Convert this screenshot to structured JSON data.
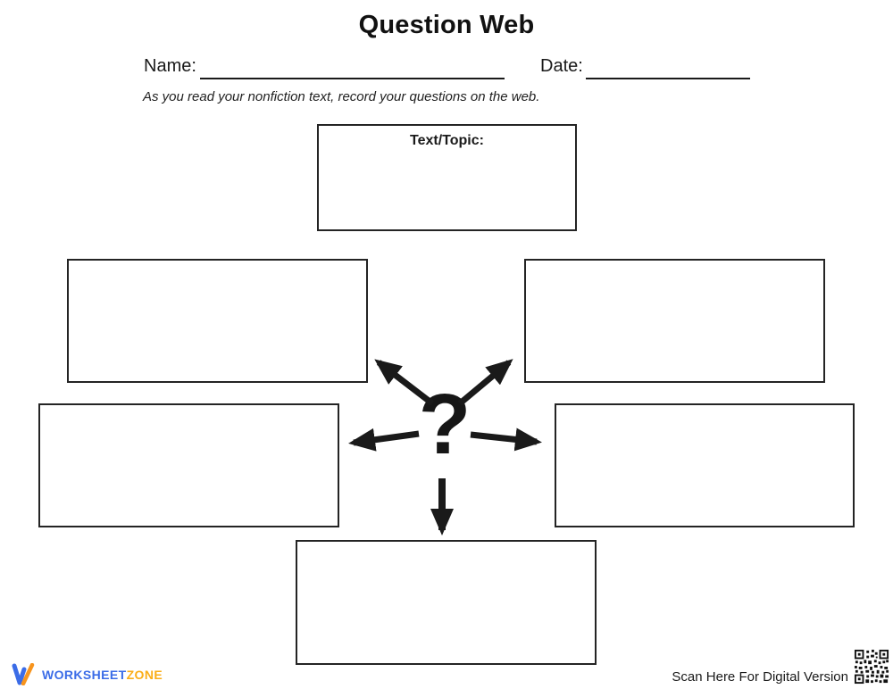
{
  "page": {
    "title": "Question Web",
    "name_label": "Name:",
    "date_label": "Date:",
    "instruction": "As you read your nonfiction text, record your questions on the web.",
    "topic_label": "Text/Topic:",
    "question_mark": "?"
  },
  "web": {
    "center_symbol": "?",
    "branch_boxes": [
      "top-left",
      "top-right",
      "mid-left",
      "mid-right",
      "bottom"
    ]
  },
  "footer": {
    "brand_primary": "WORKSHEET",
    "brand_secondary": "ZONE",
    "scan_text": "Scan Here For Digital Version"
  },
  "colors": {
    "ink": "#1a1a1a",
    "brand_blue": "#3b6ce7",
    "brand_orange": "#fbae17"
  }
}
